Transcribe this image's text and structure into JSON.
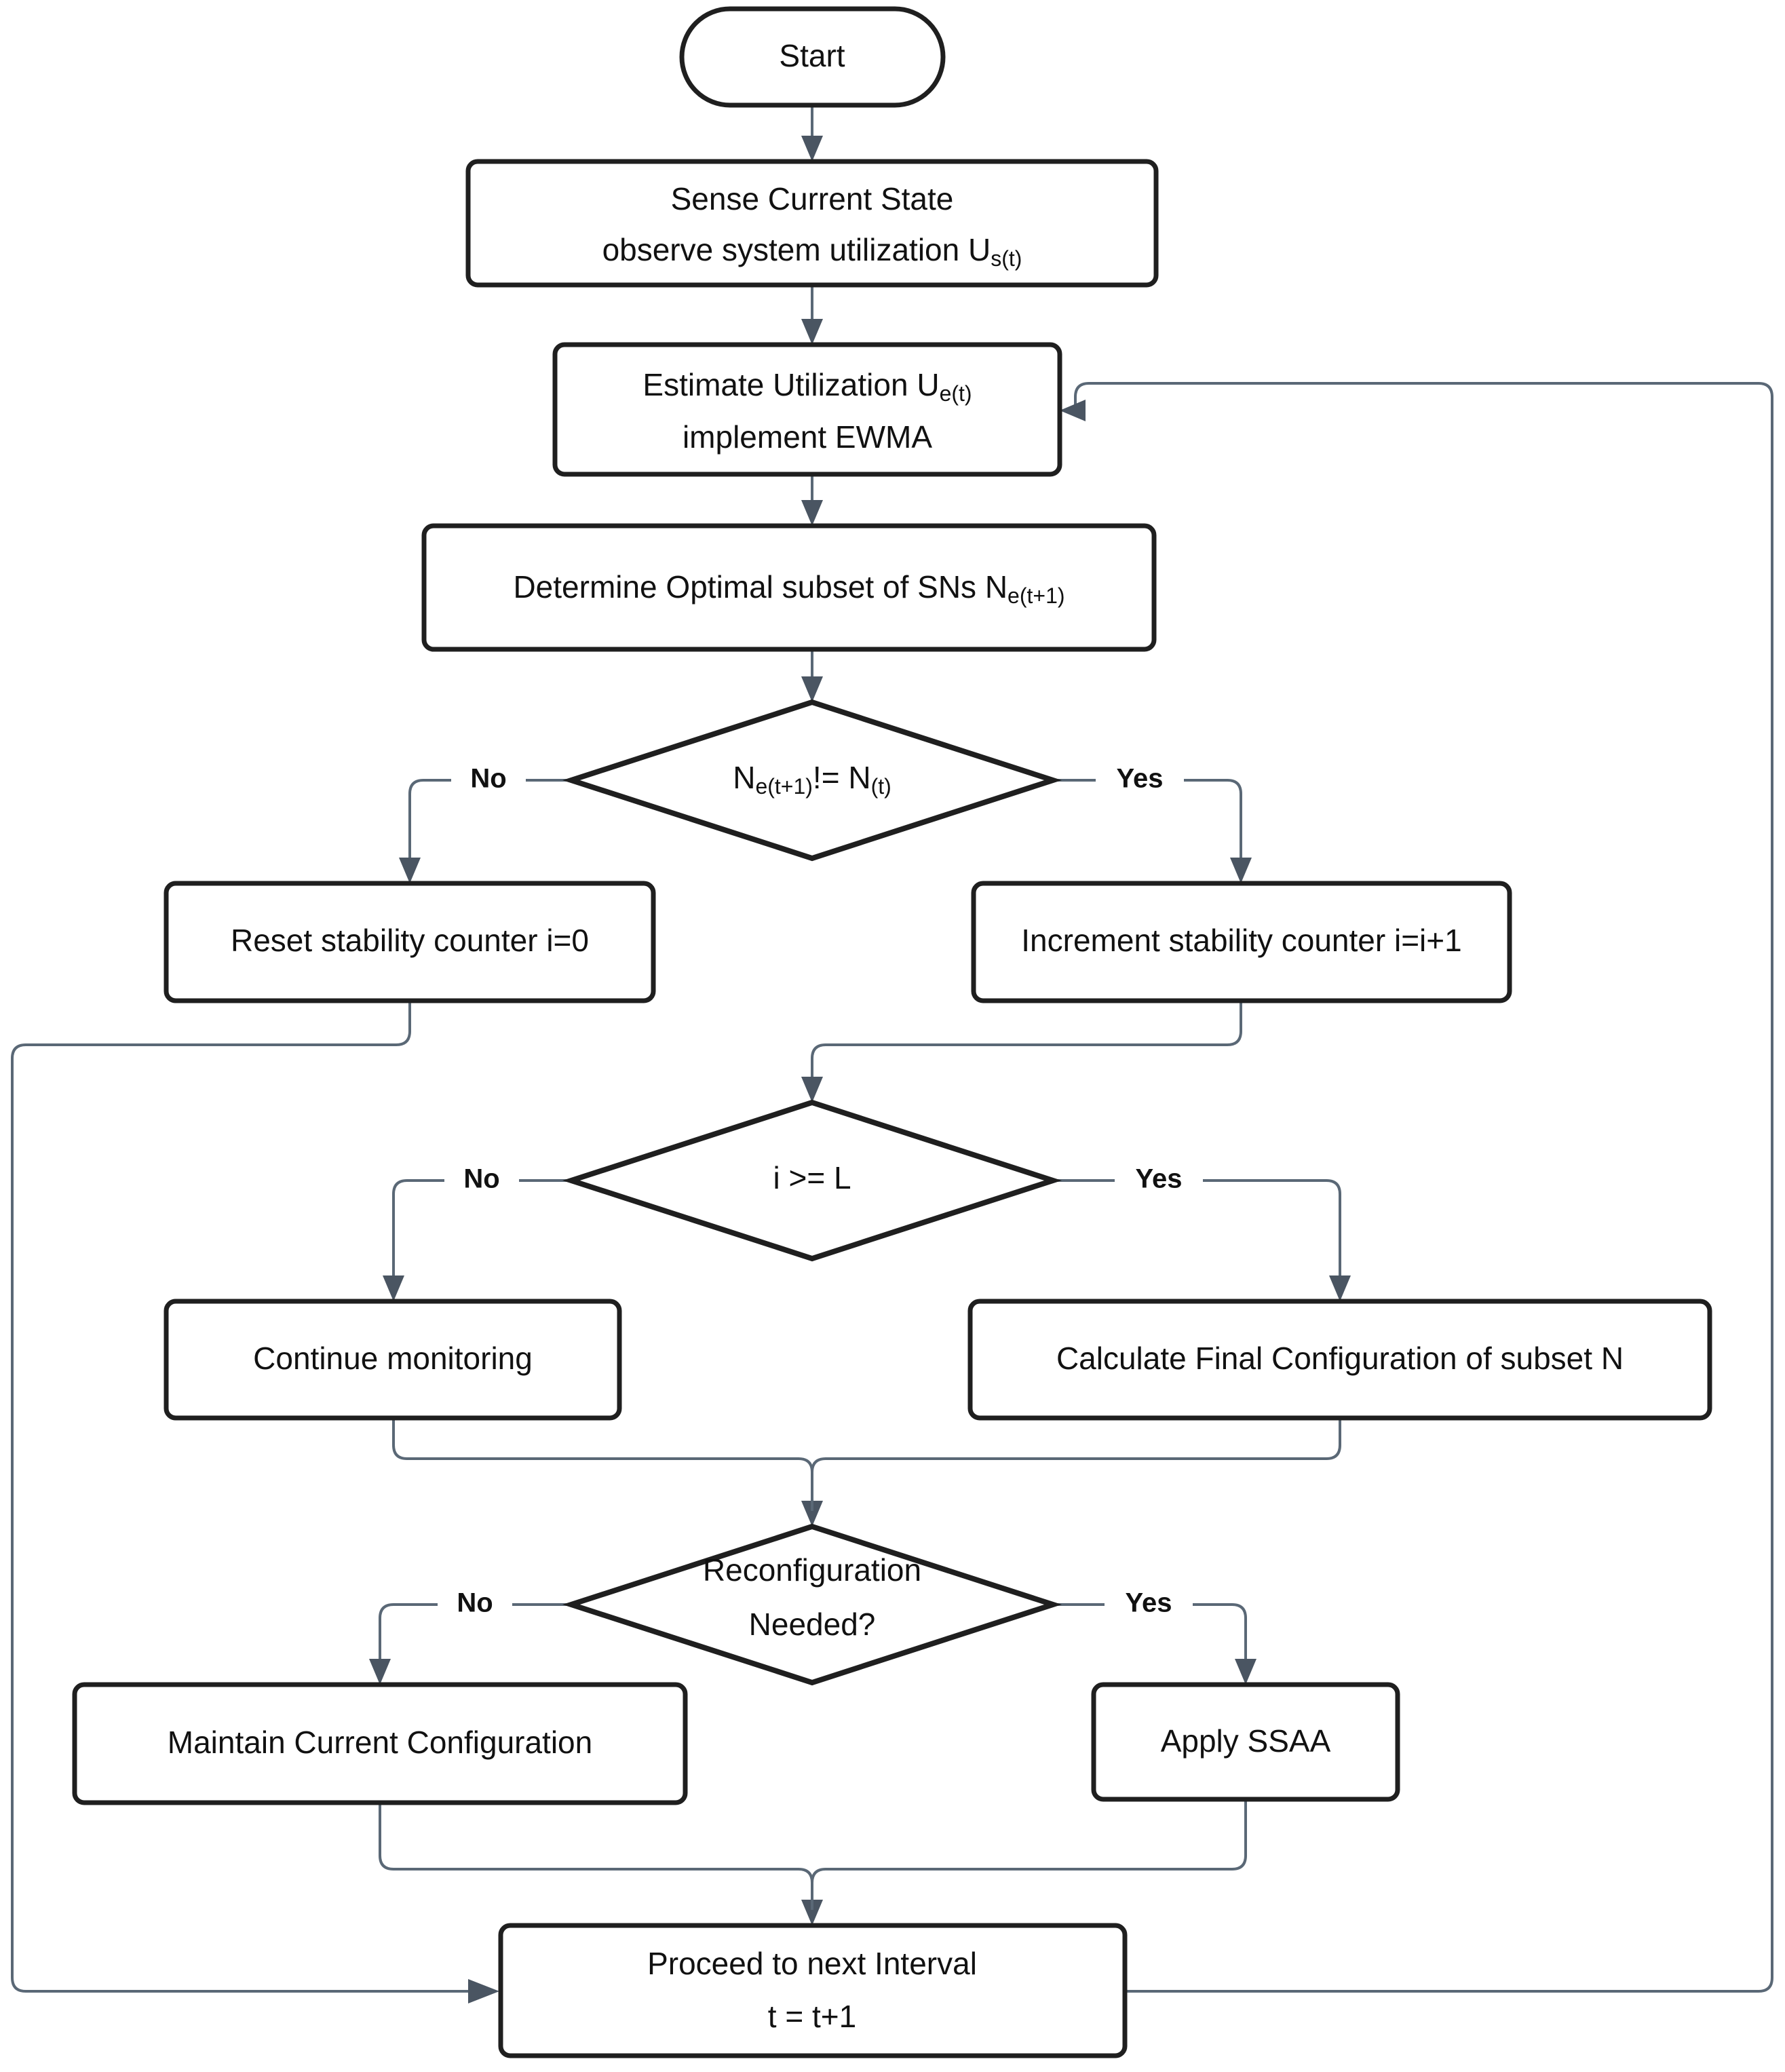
{
  "diagram": {
    "type": "flowchart",
    "orientation": "top-to-bottom",
    "background_color": "#ffffff",
    "node_fill": "#ffffff",
    "node_stroke": "#1f1f1f",
    "edge_color": "#5a6876",
    "text_color": "#111111"
  },
  "nodes": {
    "start": {
      "label": "Start",
      "shape": "stadium"
    },
    "sense": {
      "line1": "Sense Current State",
      "line2_main": "observe system utilization U",
      "line2_sub": "s(t)",
      "shape": "rect"
    },
    "estimate": {
      "line1_main": "Estimate Utilization U",
      "line1_sub": "e(t)",
      "line2": "implement EWMA",
      "shape": "rect"
    },
    "determine": {
      "line1_main": "Determine Optimal subset of SNs N",
      "line1_sub": "e(t+1)",
      "shape": "rect"
    },
    "decision_change": {
      "main": "!= N",
      "pre": "N",
      "pre_sub": "e(t+1)",
      "post_sub": "(t)",
      "label_full": "Ne(t+1) != N(t)",
      "shape": "diamond"
    },
    "reset_counter": {
      "label": "Reset stability counter i=0",
      "shape": "rect"
    },
    "increment_counter": {
      "label": "Increment stability counter i=i+1",
      "shape": "rect"
    },
    "decision_threshold": {
      "label": "i >= L",
      "shape": "diamond"
    },
    "continue_monitoring": {
      "label": "Continue monitoring",
      "shape": "rect"
    },
    "calculate_final": {
      "label": "Calculate Final Configuration of subset N",
      "shape": "rect"
    },
    "decision_reconfig": {
      "line1": "Reconfiguration",
      "line2": "Needed?",
      "shape": "diamond"
    },
    "maintain_config": {
      "label": "Maintain Current Configuration",
      "shape": "rect"
    },
    "apply_ssaa": {
      "label": "Apply SSAA",
      "shape": "rect"
    },
    "next_interval": {
      "line1": "Proceed to next Interval",
      "line2": "t = t+1",
      "shape": "rect"
    }
  },
  "edge_labels": {
    "change_no": "No",
    "change_yes": "Yes",
    "threshold_no": "No",
    "threshold_yes": "Yes",
    "reconfig_no": "No",
    "reconfig_yes": "Yes"
  },
  "edges": [
    {
      "from": "start",
      "to": "sense",
      "label": ""
    },
    {
      "from": "sense",
      "to": "estimate",
      "label": ""
    },
    {
      "from": "estimate",
      "to": "determine",
      "label": ""
    },
    {
      "from": "determine",
      "to": "decision_change",
      "label": ""
    },
    {
      "from": "decision_change",
      "to": "reset_counter",
      "label": "No"
    },
    {
      "from": "decision_change",
      "to": "increment_counter",
      "label": "Yes"
    },
    {
      "from": "reset_counter",
      "to": "next_interval",
      "label": ""
    },
    {
      "from": "increment_counter",
      "to": "decision_threshold",
      "label": ""
    },
    {
      "from": "decision_threshold",
      "to": "continue_monitoring",
      "label": "No"
    },
    {
      "from": "decision_threshold",
      "to": "calculate_final",
      "label": "Yes"
    },
    {
      "from": "continue_monitoring",
      "to": "decision_reconfig",
      "label": ""
    },
    {
      "from": "calculate_final",
      "to": "decision_reconfig",
      "label": ""
    },
    {
      "from": "decision_reconfig",
      "to": "maintain_config",
      "label": "No"
    },
    {
      "from": "decision_reconfig",
      "to": "apply_ssaa",
      "label": "Yes"
    },
    {
      "from": "maintain_config",
      "to": "next_interval",
      "label": ""
    },
    {
      "from": "apply_ssaa",
      "to": "next_interval",
      "label": ""
    },
    {
      "from": "next_interval",
      "to": "estimate",
      "label": ""
    }
  ]
}
